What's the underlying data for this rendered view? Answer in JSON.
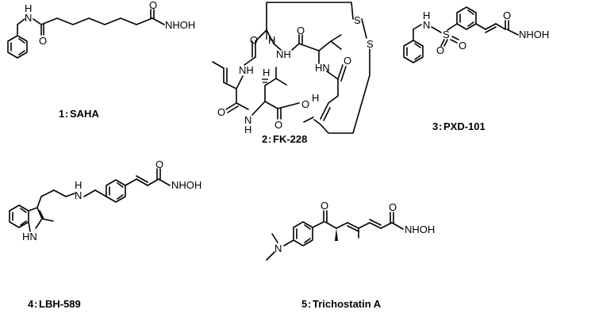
{
  "molecules": [
    {
      "number": "1",
      "name": "SAHA",
      "atom_labels": {
        "amide_n": "N",
        "amide_h": "H",
        "amide_o": "O",
        "acid_o": "O",
        "hydroxamate": "NHOH"
      }
    },
    {
      "number": "2",
      "name": "FK-228",
      "atom_labels": {
        "s1": "S",
        "s2": "S",
        "o_top_left": "O",
        "nh_top": "NH",
        "o_top_right": "O",
        "nh_left": "NH",
        "hn_right": "HN",
        "h_stereo_1": "H",
        "h_stereo_2": "H",
        "o_left": "O",
        "n_bottom": "N",
        "h_bottom": "H",
        "o_right": "O",
        "o_bottom": "O",
        "o_ester": "O",
        "h_alpha": "H"
      }
    },
    {
      "number": "3",
      "name": "PXD-101",
      "atom_labels": {
        "h": "H",
        "n": "N",
        "s": "S",
        "o1": "O",
        "o2": "O",
        "o3": "O",
        "hydroxamate": "NHOH"
      }
    },
    {
      "number": "4",
      "name": "LBH-589",
      "atom_labels": {
        "indole_nh": "HN",
        "amine_n": "N",
        "amine_h": "H",
        "o": "O",
        "hydroxamate": "NHOH"
      }
    },
    {
      "number": "5",
      "name": "Trichostatin A",
      "atom_labels": {
        "n": "N",
        "o_ketone": "O",
        "o_amide": "O",
        "hydroxamate": "NHOH"
      }
    }
  ]
}
